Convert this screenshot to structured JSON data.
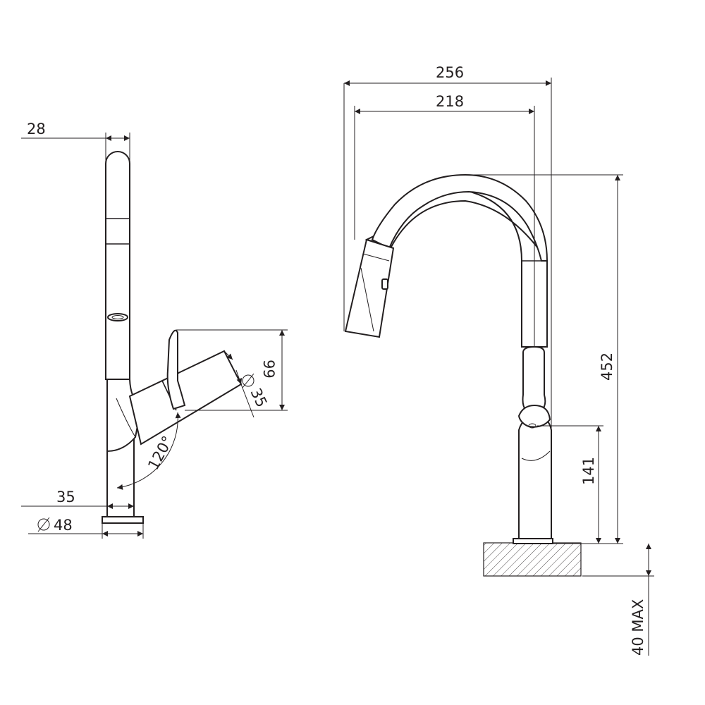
{
  "side_view": {
    "width_top": "28",
    "lever_height": "99",
    "spout_diameter": "35",
    "swivel_angle": "120°",
    "body_width": "35",
    "base_diameter": "48"
  },
  "front_view": {
    "overall_reach": "256",
    "spout_reach": "218",
    "overall_height": "452",
    "lever_height": "141",
    "bench_thickness": "40 MAX"
  },
  "style": {
    "line_color": "#231f20",
    "background": "#ffffff"
  }
}
